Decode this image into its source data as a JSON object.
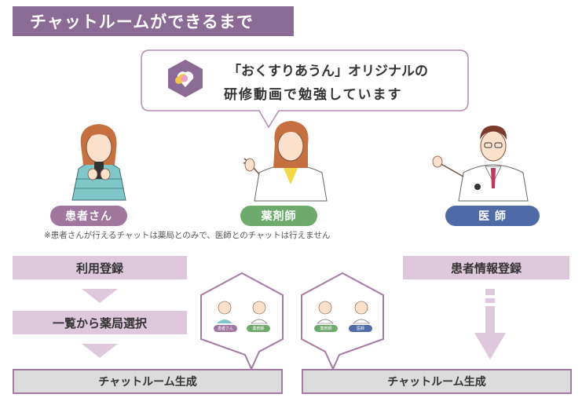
{
  "title": "チャットルームができるまで",
  "bubble": {
    "line1": "「おくすりあうん」オリジナルの",
    "line2": "研修動画で勉強しています"
  },
  "roles": {
    "patient": "患者さん",
    "pharmacist": "薬剤師",
    "doctor": "医 師"
  },
  "note": "※患者さんが行えるチャットは薬局とのみで、医師とのチャットは行えません",
  "steps": {
    "register": "利用登録",
    "select_pharmacy": "一覧から薬局選択",
    "patient_info": "患者情報登録"
  },
  "results": {
    "left": "チャットルーム生成",
    "right": "チャットルーム生成"
  },
  "mini_labels": {
    "a1": "患者さん",
    "a2": "薬剤師",
    "b1": "薬剤師",
    "b2": "医師"
  },
  "colors": {
    "accent_purple": "#8c6a96",
    "patient": "#a0769e",
    "pharmacist": "#6eaa6b",
    "doctor": "#4e6ba8",
    "step_fill": "#dec8dc",
    "result_fill": "#dcdcdc"
  }
}
